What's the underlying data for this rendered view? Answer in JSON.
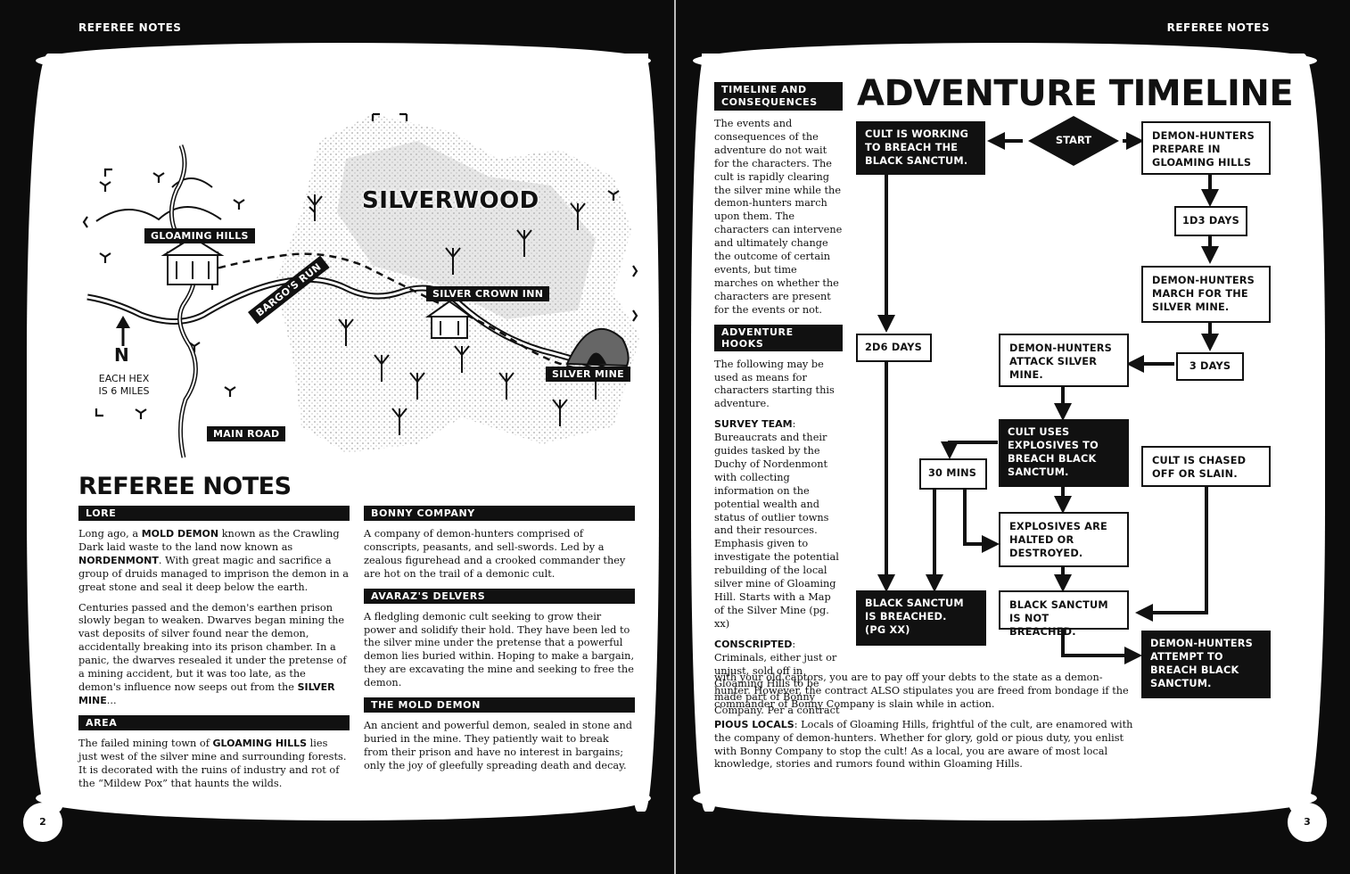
{
  "left_page": {
    "running_head": "REFEREE NOTES",
    "page_number": "2",
    "map": {
      "title": "SILVERWOOD",
      "labels": {
        "gloaming_hills": "GLOAMING HILLS",
        "bargos_run": "BARGO'S RUN",
        "silver_crown_inn": "SILVER CROWN INN",
        "silver_mine": "SILVER MINE",
        "main_road": "MAIN ROAD"
      },
      "compass_letter": "N",
      "scale_line1": "EACH HEX",
      "scale_line2": "IS 6 MILES"
    },
    "title": "REFEREE NOTES",
    "lore": {
      "heading": "LORE",
      "p1_a": "Long ago, a ",
      "p1_b": "MOLD DEMON",
      "p1_c": " known as the Crawling Dark laid waste to the land now known as ",
      "p1_d": "NORDENMONT",
      "p1_e": ". With great magic and sacrifice a group of druids managed to imprison the demon in a great stone and seal it deep below the earth.",
      "p2_a": "Centuries passed and the demon's earthen prison slowly began to weaken. Dwarves began mining the vast deposits of silver found near the demon, accidentally breaking into its prison chamber. In a panic, the dwarves resealed it under the pretense of a mining accident, but it was too late, as the demon's influence now seeps out from the ",
      "p2_b": "SILVER MINE",
      "p2_c": "..."
    },
    "area": {
      "heading": "AREA",
      "p_a": "The failed mining town of ",
      "p_b": "GLOAMING HILLS",
      "p_c": " lies just west of the silver mine and surrounding forests. It is decorated with the ruins of industry and rot of the “Mildew Pox” that haunts the wilds."
    },
    "bonny": {
      "heading": "BONNY COMPANY",
      "p": "A company of demon-hunters comprised of conscripts, peasants, and sell-swords. Led by a zealous figurehead and a crooked commander they are hot on the trail of a demonic cult."
    },
    "avaraz": {
      "heading": "AVARAZ'S DELVERS",
      "p": "A fledgling demonic cult seeking to grow their power and solidify their hold. They have been led to the silver mine under the pretense that a powerful demon lies buried within. Hoping to make a bargain, they are excavating the mine and seeking to free the demon."
    },
    "mold": {
      "heading": "THE MOLD DEMON",
      "p": "An ancient and powerful demon, sealed in stone and buried in the mine. They patiently wait to break from their prison and have no interest in bargains; only the joy of gleefully spreading death and decay."
    }
  },
  "right_page": {
    "running_head": "REFEREE NOTES",
    "page_number": "3",
    "title": "ADVENTURE TIMELINE",
    "timeline_heading_l1": "TIMELINE AND",
    "timeline_heading_l2": "CONSEQUENCES",
    "timeline_text": "The events and consequences of the adventure do not wait for the characters. The cult is rapidly clearing the silver mine while the demon-hunters march upon them. The characters can intervene and ultimately change the outcome of certain events, but time marches on whether the characters are present for the events or not.",
    "hooks_heading": "ADVENTURE HOOKS",
    "hooks_text": "The following may be used as means for characters starting this adventure.",
    "survey_label": "SURVEY TEAM",
    "survey_text": "Bureaucrats and their guides tasked by the Duchy of Nordenmont with collecting information on the potential wealth and status of outlier towns and their resources. Emphasis given to investigate the potential rebuilding of the local silver mine of Gloaming Hill. Starts with a Map of the Silver Mine (pg. xx)",
    "conscripted_label": "CONSCRIPTED",
    "conscripted_text_narrow": "Criminals, either just or unjust, sold off in Gloaming Hills to be made part of Bonny Company. Per a contract",
    "conscripted_text_wide": "with your old captors, you are to pay off your debts to the state as a demon-hunter. However, the contract ALSO stipulates you are freed from bondage if the commander of Bonny Company is slain while in action.",
    "pious_label": "PIOUS LOCALS",
    "pious_text": "Locals of Gloaming Hills, frightful of the cult, are enamored with the company of demon-hunters. Whether for glory, gold or pious duty, you enlist with Bonny Company to stop the cult! As a local, you are aware of most local knowledge, stories and rumors found within Gloaming Hills.",
    "flow": {
      "cult_working": [
        "CULT IS WORKING",
        "TO BREACH THE",
        "BLACK SANCTUM."
      ],
      "start": "START",
      "hunters_prepare": [
        "DEMON-HUNTERS",
        "PREPARE IN",
        "GLOAMING HILLS"
      ],
      "d3_days": "1D3 DAYS",
      "hunters_march": [
        "DEMON-HUNTERS",
        "MARCH FOR THE",
        "SILVER MINE."
      ],
      "d6_days": "2D6 DAYS",
      "three_days": "3 DAYS",
      "hunters_attack": [
        "DEMON-HUNTERS",
        "ATTACK SILVER",
        "MINE."
      ],
      "cult_explosives": [
        "CULT USES",
        "EXPLOSIVES TO",
        "BREACH BLACK",
        "SANCTUM."
      ],
      "thirty_mins": "30 MINS",
      "cult_chased": [
        "CULT IS CHASED",
        "OFF OR SLAIN."
      ],
      "explosives_halted": [
        "EXPLOSIVES ARE",
        "HALTED OR",
        "DESTROYED."
      ],
      "breached": [
        "BLACK SANCTUM",
        "IS BREACHED.",
        "(PG XX)"
      ],
      "not_breached": [
        "BLACK SANCTUM",
        "IS NOT BREACHED."
      ],
      "attempt_breach": [
        "DEMON-HUNTERS",
        "ATTEMPT TO",
        "BREACH BLACK",
        "SANCTUM."
      ]
    }
  }
}
